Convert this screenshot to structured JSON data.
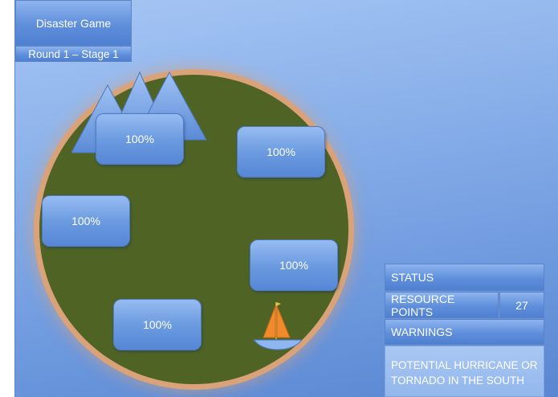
{
  "game": {
    "title": "Disaster Game",
    "round_stage": "Round 1 – Stage 1"
  },
  "zones": [
    {
      "id": "mountain-zone",
      "value": "100%"
    },
    {
      "id": "northeast-zone",
      "value": "100%"
    },
    {
      "id": "west-zone",
      "value": "100%"
    },
    {
      "id": "east-zone",
      "value": "100%"
    },
    {
      "id": "south-zone",
      "value": "100%"
    }
  ],
  "status": {
    "label": "STATUS",
    "resource_points_label": "RESOURCE POINTS",
    "resource_points_value": "27",
    "warnings_label": "WARNINGS",
    "warning_text": "POTENTIAL HURRICANE OR TORNADO IN THE SOUTH"
  },
  "icons": [
    "mountains-icon",
    "sailboat-icon"
  ],
  "colors": {
    "background": "#8bb1ea",
    "island": "#4f6424",
    "island_rim": "#d9a279",
    "panel": "#6b97dd",
    "sail": "#f08a2a"
  }
}
